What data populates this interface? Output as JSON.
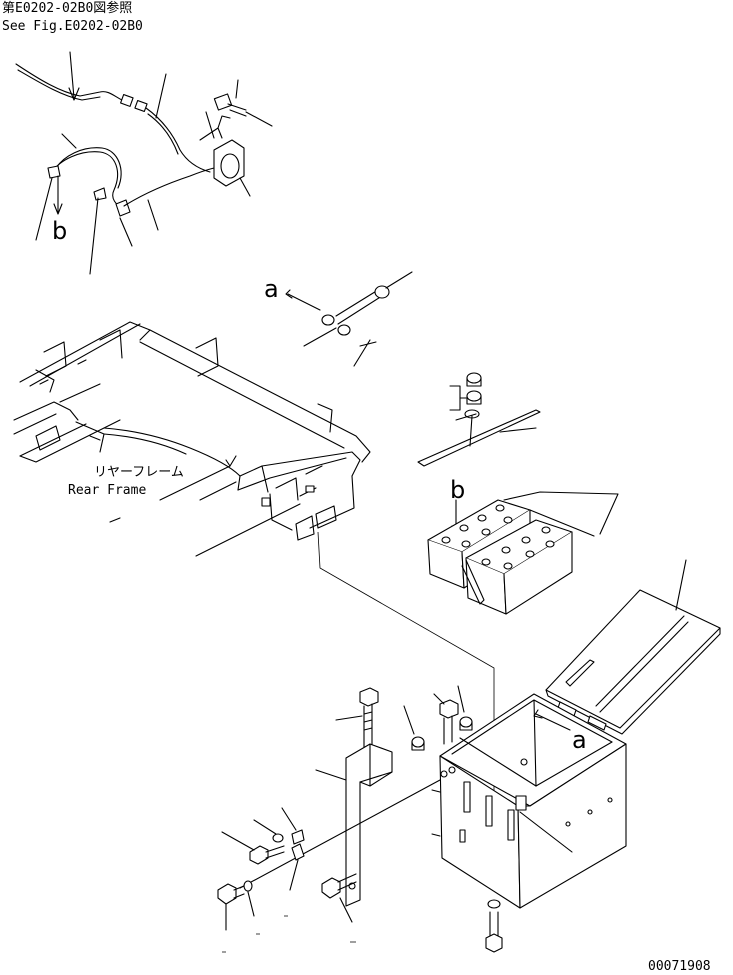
{
  "header": {
    "ref_jp": "第E0202-02B0図参照",
    "ref_en": "See Fig.E0202-02B0"
  },
  "labels": {
    "rear_frame_jp": "リヤーフレーム",
    "rear_frame_en": "Rear Frame",
    "ref_a_top": "a",
    "ref_a_box": "a",
    "ref_b_left": "b",
    "ref_b_battery": "b"
  },
  "footer": {
    "drawing_number": "00071908"
  }
}
